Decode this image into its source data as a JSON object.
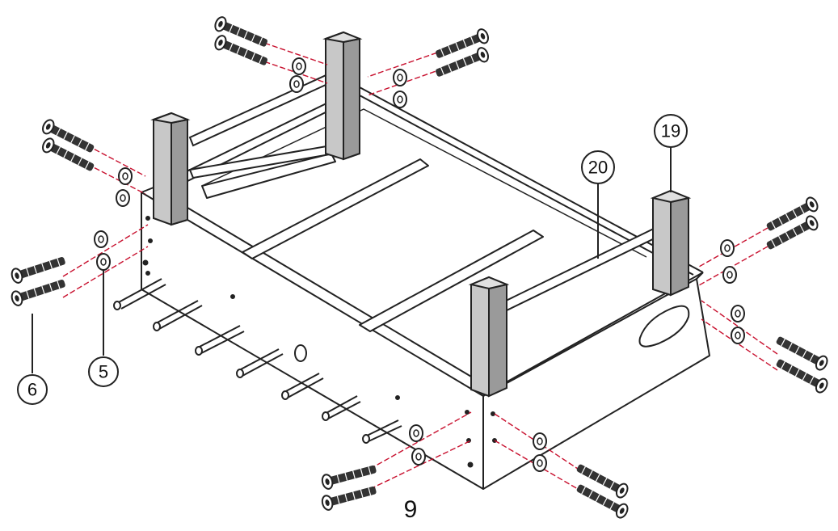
{
  "callouts": {
    "washer": "5",
    "bolt": "6",
    "leg": "19",
    "rod": "20"
  },
  "page": {
    "number": "9"
  },
  "colors": {
    "line": "#222222",
    "guide": "#c8102e",
    "leg_fill": "#c8c8c8",
    "leg_side": "#9a9a9a",
    "bolt_fill": "#333333",
    "background": "#ffffff"
  },
  "icons": {
    "bolt": "bolt-icon",
    "washer": "washer-icon",
    "leg": "leg-post-icon",
    "rod": "player-rod-icon"
  }
}
